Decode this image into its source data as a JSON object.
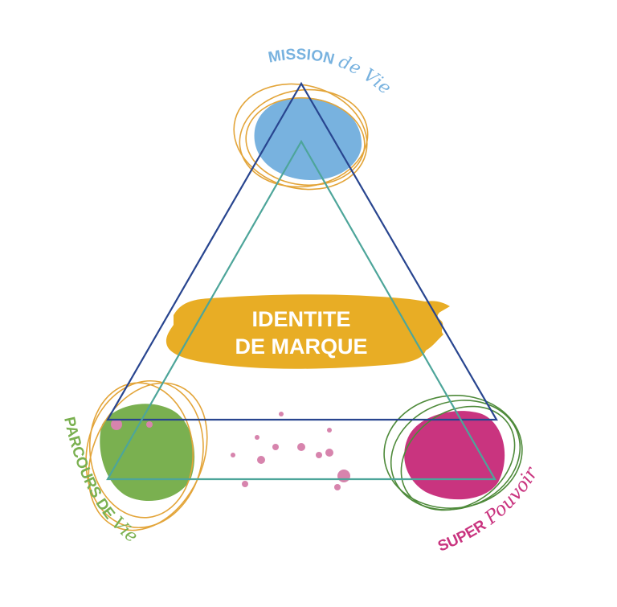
{
  "center": {
    "line1": "IDENTITE",
    "line2": "DE MARQUE"
  },
  "nodes": {
    "top": {
      "caps": "MISSION",
      "script": "de Vie"
    },
    "left": {
      "caps": "PARCOURS DE",
      "script": "Vie"
    },
    "right": {
      "caps": "SUPER",
      "script": "Pouvoir"
    }
  },
  "colors": {
    "mission": "#78b2df",
    "parcours": "#7ab050",
    "super": "#c9347f",
    "center_brush": "#e8ad25",
    "outer_triangle": "#28458f",
    "inner_triangle": "#4da59a",
    "scribble_orange": "#e3a53a",
    "scribble_green": "#4e8a3a",
    "dots": "#d784ad"
  }
}
